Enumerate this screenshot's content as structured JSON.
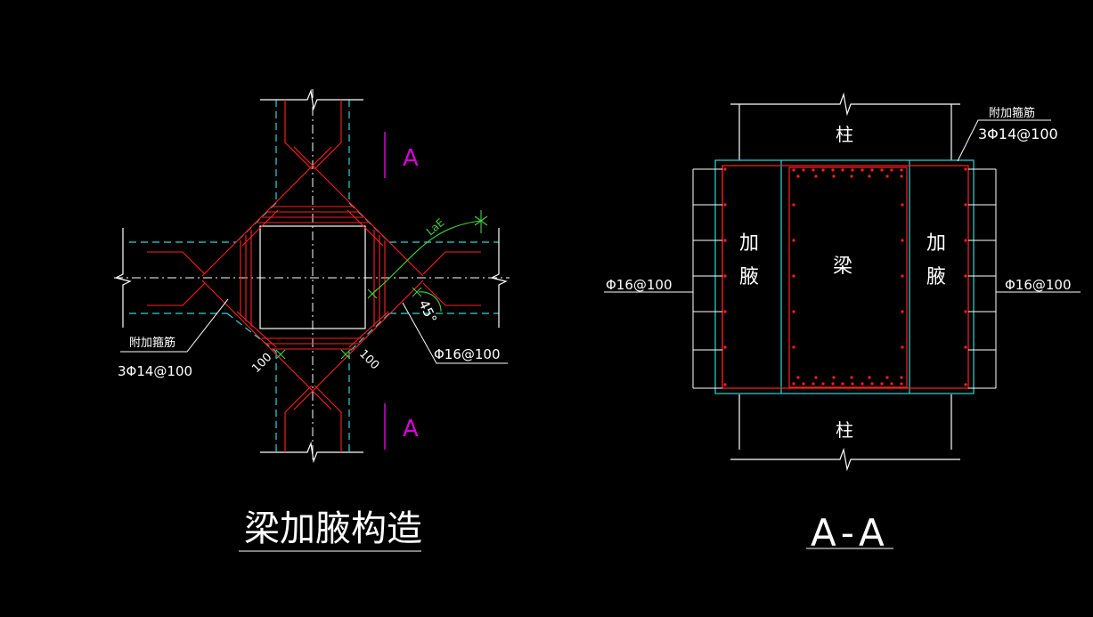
{
  "left_view": {
    "title": "梁加腋构造",
    "section_mark_top": "A",
    "section_mark_bottom": "A",
    "stirrup_label_line1": "附加箍筋",
    "stirrup_label_line2": "3Φ14@100",
    "diag_label": "Φ16@100",
    "anchor_label": "LaE",
    "angle_label": "45°",
    "dim_left": "100",
    "dim_right": "100"
  },
  "right_view": {
    "title": "A-A",
    "column_top": "柱",
    "column_bottom": "柱",
    "haunch_left_1": "加",
    "haunch_left_2": "腋",
    "haunch_right_1": "加",
    "haunch_right_2": "腋",
    "beam": "梁",
    "stirrup_label_line1": "附加箍筋",
    "stirrup_label_line2": "3Φ14@100",
    "left_label": "Φ16@100",
    "right_label": "Φ16@100"
  },
  "colors": {
    "background": "#000000",
    "rebar": "#ff2020",
    "outline": "#2fd6d6",
    "text": "#ffffff",
    "section_mark": "#d800d8",
    "annotation": "#3fd43f"
  }
}
